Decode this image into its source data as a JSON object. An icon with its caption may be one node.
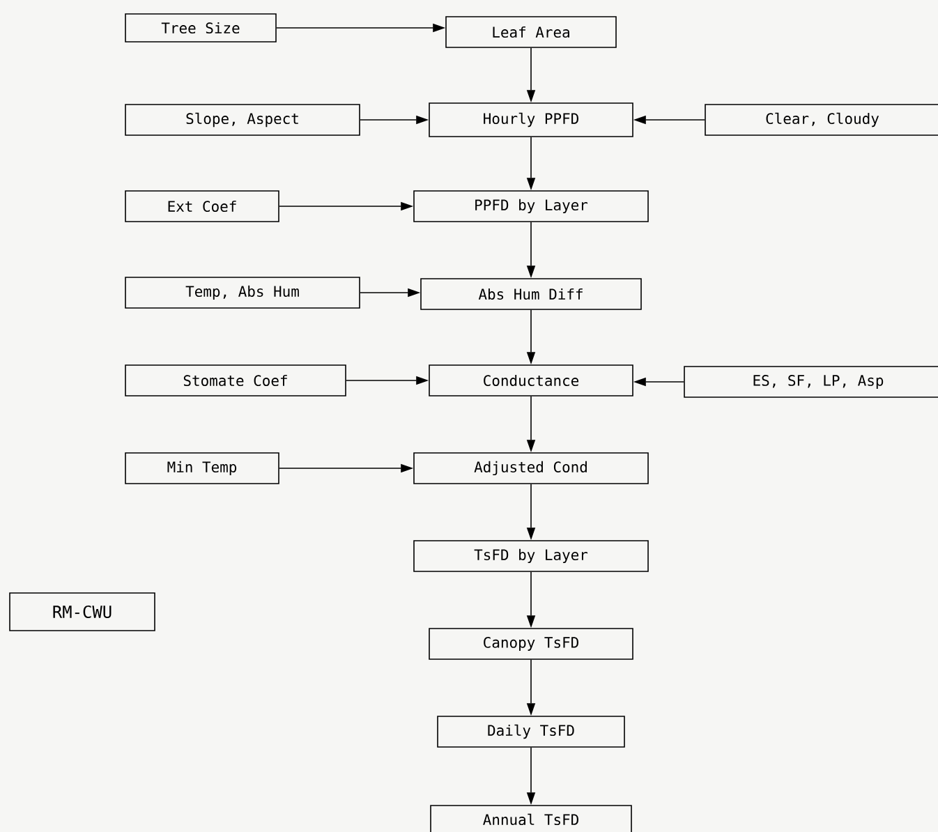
{
  "diagram": {
    "nodes": [
      {
        "text": [
          "Tree Size"
        ]
      },
      {
        "text": [
          "Leaf Area"
        ]
      },
      {
        "text": [
          "Slope, Aspect"
        ]
      },
      {
        "text": [
          "Hourly PPFD"
        ]
      },
      {
        "text": [
          "Clear, Cloudy"
        ]
      },
      {
        "text": [
          "Ext Coef"
        ]
      },
      {
        "text": [
          "PPFD by Layer"
        ]
      },
      {
        "text": [
          "Temp, Abs Hum"
        ]
      },
      {
        "text": [
          "Abs Hum Diff"
        ]
      },
      {
        "text": [
          "Stomate Coef"
        ]
      },
      {
        "text": [
          "Conductance"
        ]
      },
      {
        "text": [
          "ES, SF, LP, Asp"
        ]
      },
      {
        "text": [
          "Min Temp"
        ]
      },
      {
        "text": [
          "Adjusted Cond"
        ]
      },
      {
        "text": [
          "TsFD by Layer"
        ]
      },
      {
        "text": [
          "Canopy TsFD"
        ]
      },
      {
        "text": [
          "Daily TsFD"
        ]
      },
      {
        "text": [
          "Annual TsFD"
        ]
      },
      {
        "text": [
          "RM-CWU"
        ]
      }
    ],
    "edges": [
      {
        "from": 0,
        "to": 1,
        "arrow": "to"
      },
      {
        "from": 1,
        "to": 3,
        "arrow": "to"
      },
      {
        "from": 2,
        "to": 3,
        "arrow": "to"
      },
      {
        "from": 4,
        "to": 3,
        "arrow": "to"
      },
      {
        "from": 3,
        "to": 6,
        "arrow": "to"
      },
      {
        "from": 5,
        "to": 6,
        "arrow": "to"
      },
      {
        "from": 6,
        "to": 8,
        "arrow": "to"
      },
      {
        "from": 7,
        "to": 8,
        "arrow": "to"
      },
      {
        "from": 8,
        "to": 10,
        "arrow": "to"
      },
      {
        "from": 9,
        "to": 10,
        "arrow": "to"
      },
      {
        "from": 11,
        "to": 10,
        "arrow": "to"
      },
      {
        "from": 10,
        "to": 13,
        "arrow": "to"
      },
      {
        "from": 12,
        "to": 13,
        "arrow": "to"
      },
      {
        "from": 13,
        "to": 14,
        "arrow": "to"
      },
      {
        "from": 14,
        "to": 15,
        "arrow": "to"
      },
      {
        "from": 15,
        "to": 16,
        "arrow": "to"
      },
      {
        "from": 16,
        "to": 17,
        "arrow": "to"
      }
    ]
  }
}
